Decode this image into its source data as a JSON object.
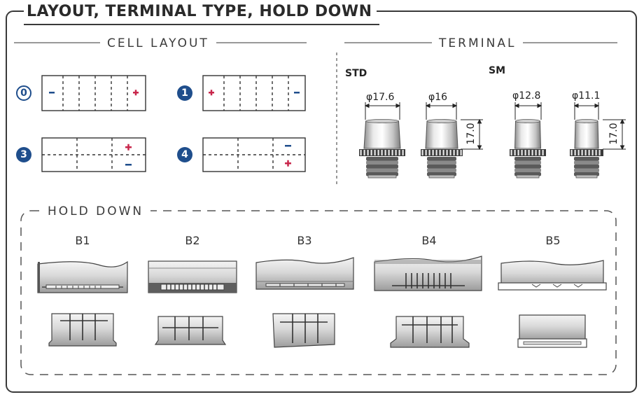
{
  "title": "LAYOUT, TERMINAL TYPE, HOLD  DOWN",
  "cell_layout": {
    "title": "CELL LAYOUT",
    "items": [
      {
        "badge": "0",
        "style": "outline"
      },
      {
        "badge": "1",
        "style": "solid"
      },
      {
        "badge": "3",
        "style": "solid"
      },
      {
        "badge": "4",
        "style": "solid"
      }
    ]
  },
  "terminal": {
    "title": "TERMINAL",
    "groups": [
      {
        "label": "STD"
      },
      {
        "label": "SM"
      }
    ],
    "posts": [
      {
        "diameter": "φ17.6"
      },
      {
        "diameter": "φ16",
        "height": "17.0"
      },
      {
        "diameter": "φ12.8"
      },
      {
        "diameter": "φ11.1",
        "height": "17.0"
      }
    ]
  },
  "hold_down": {
    "title": "HOLD DOWN",
    "items": [
      "B1",
      "B2",
      "B3",
      "B4",
      "B5"
    ]
  },
  "colors": {
    "positive": "#c8264b",
    "negative": "#1f4e8c",
    "badge": "#1f4e8c",
    "line": "#2b2b2b"
  }
}
